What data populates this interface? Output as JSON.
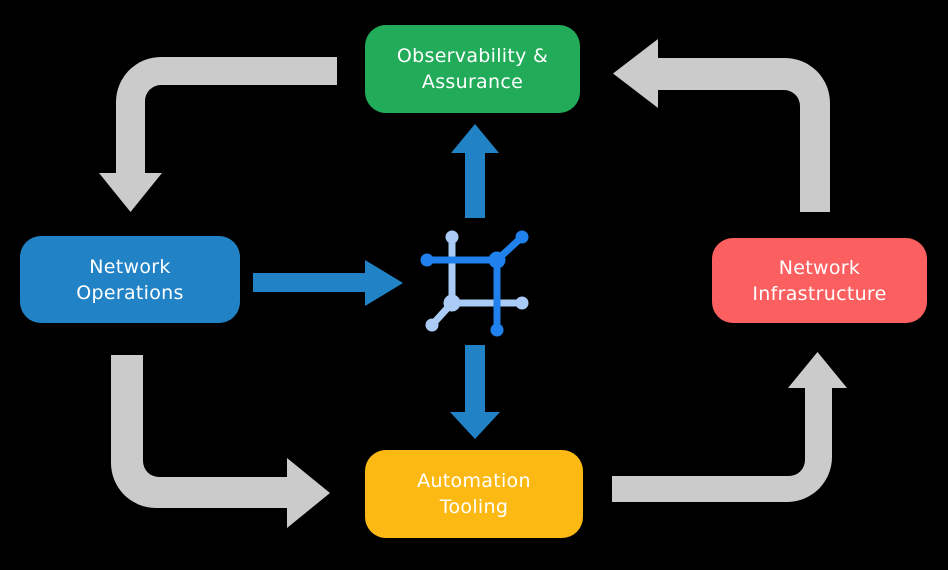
{
  "background": "#000000",
  "nodes": {
    "observability": {
      "label": "Observability &\nAssurance",
      "color": "#22AB59"
    },
    "operations": {
      "label": "Network\nOperations",
      "color": "#2183C6"
    },
    "infrastructure": {
      "label": "Network\nInfrastructure",
      "color": "#FC5F60"
    },
    "automation": {
      "label": "Automation\nTooling",
      "color": "#FDB913"
    }
  },
  "center_icon": {
    "name": "network-mesh-icon",
    "dark_blue": "#2080EC",
    "light_blue": "#A9CBF5"
  },
  "arrows": {
    "cycle_color": "#CBCBCB",
    "hub_color": "#2183C6",
    "cycle_flow": [
      "Observability & Assurance → Network Operations",
      "Network Operations → Automation Tooling",
      "Automation Tooling → Network Infrastructure",
      "Network Infrastructure → Observability & Assurance"
    ],
    "hub_flow": [
      "Network Operations → center icon",
      "center icon → Observability & Assurance",
      "center icon → Automation Tooling"
    ]
  }
}
